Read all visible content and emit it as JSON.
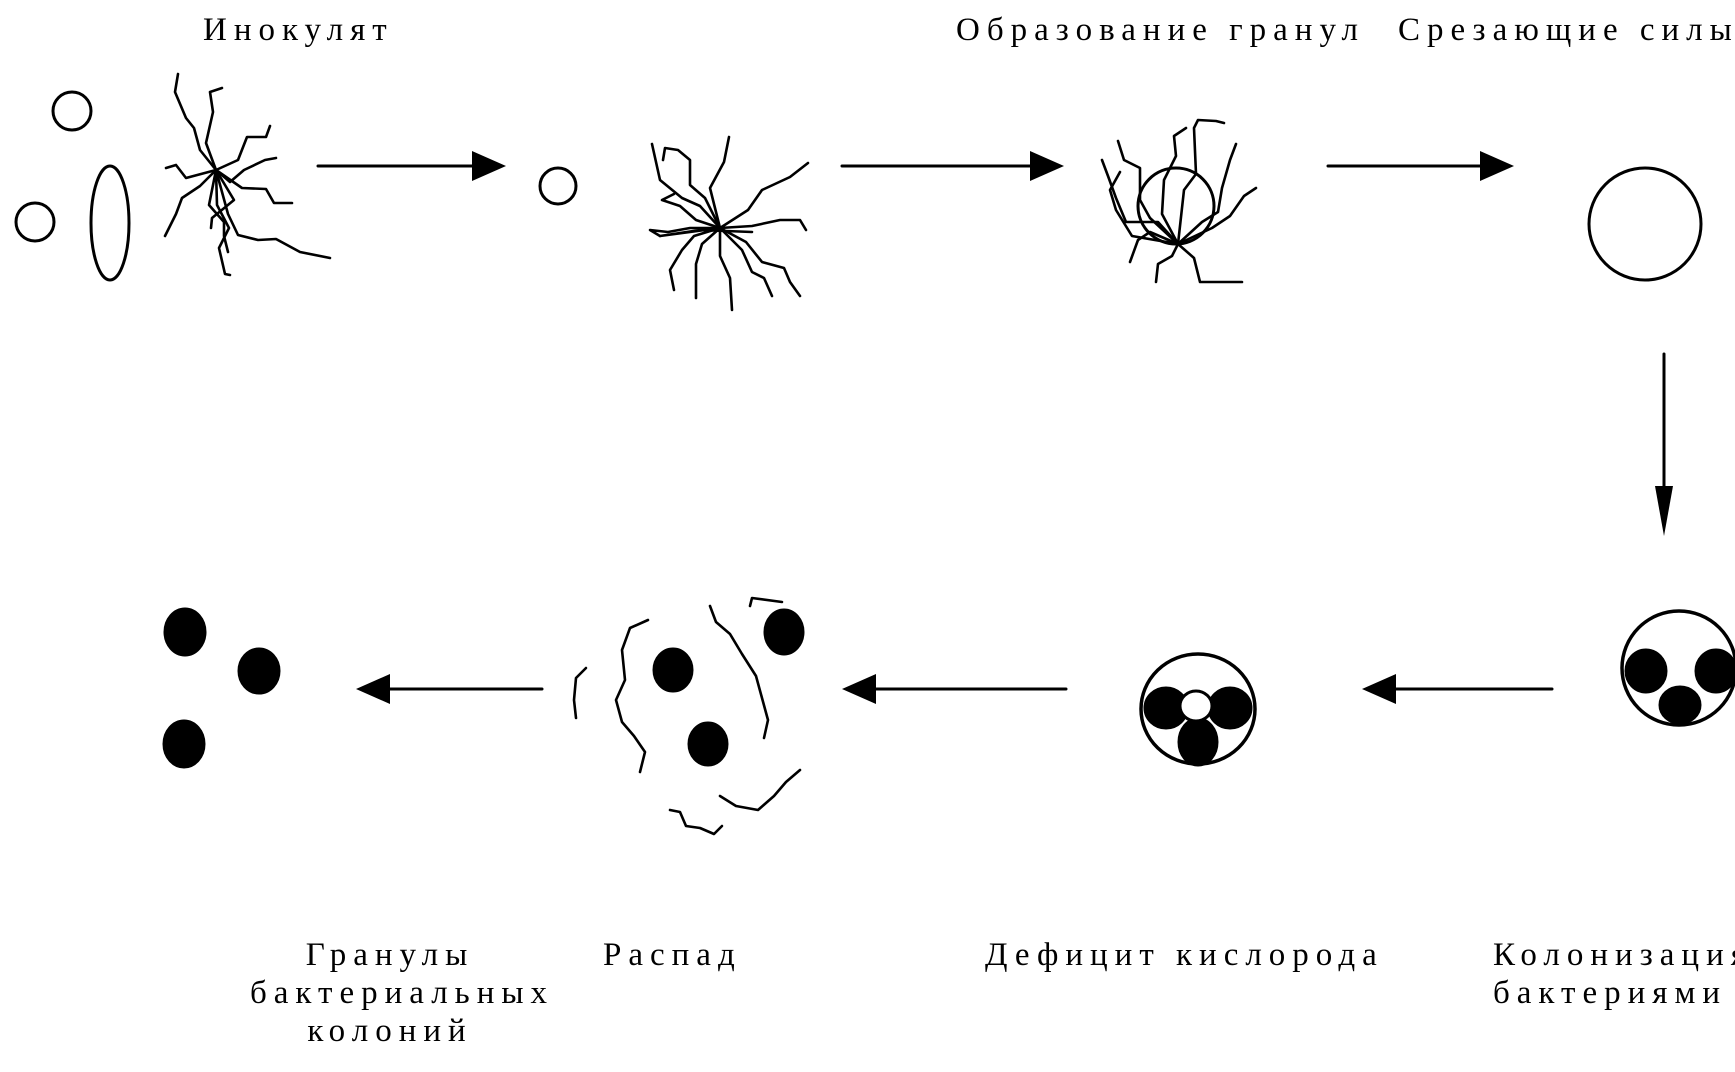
{
  "labels": {
    "inoculum": "Инокулят",
    "granule_formation": "Образование гранул",
    "shear_forces": "Срезающие силы",
    "colonization_line1": "Колонизация",
    "colonization_line2": "бактериями",
    "oxygen_deficit": "Дефицит кислорода",
    "decay": "Распад",
    "granules_line1": "Гранулы",
    "granules_line2": "бактериальных",
    "granules_line3": "колоний"
  },
  "colors": {
    "ink": "#000000",
    "background": "#ffffff"
  }
}
